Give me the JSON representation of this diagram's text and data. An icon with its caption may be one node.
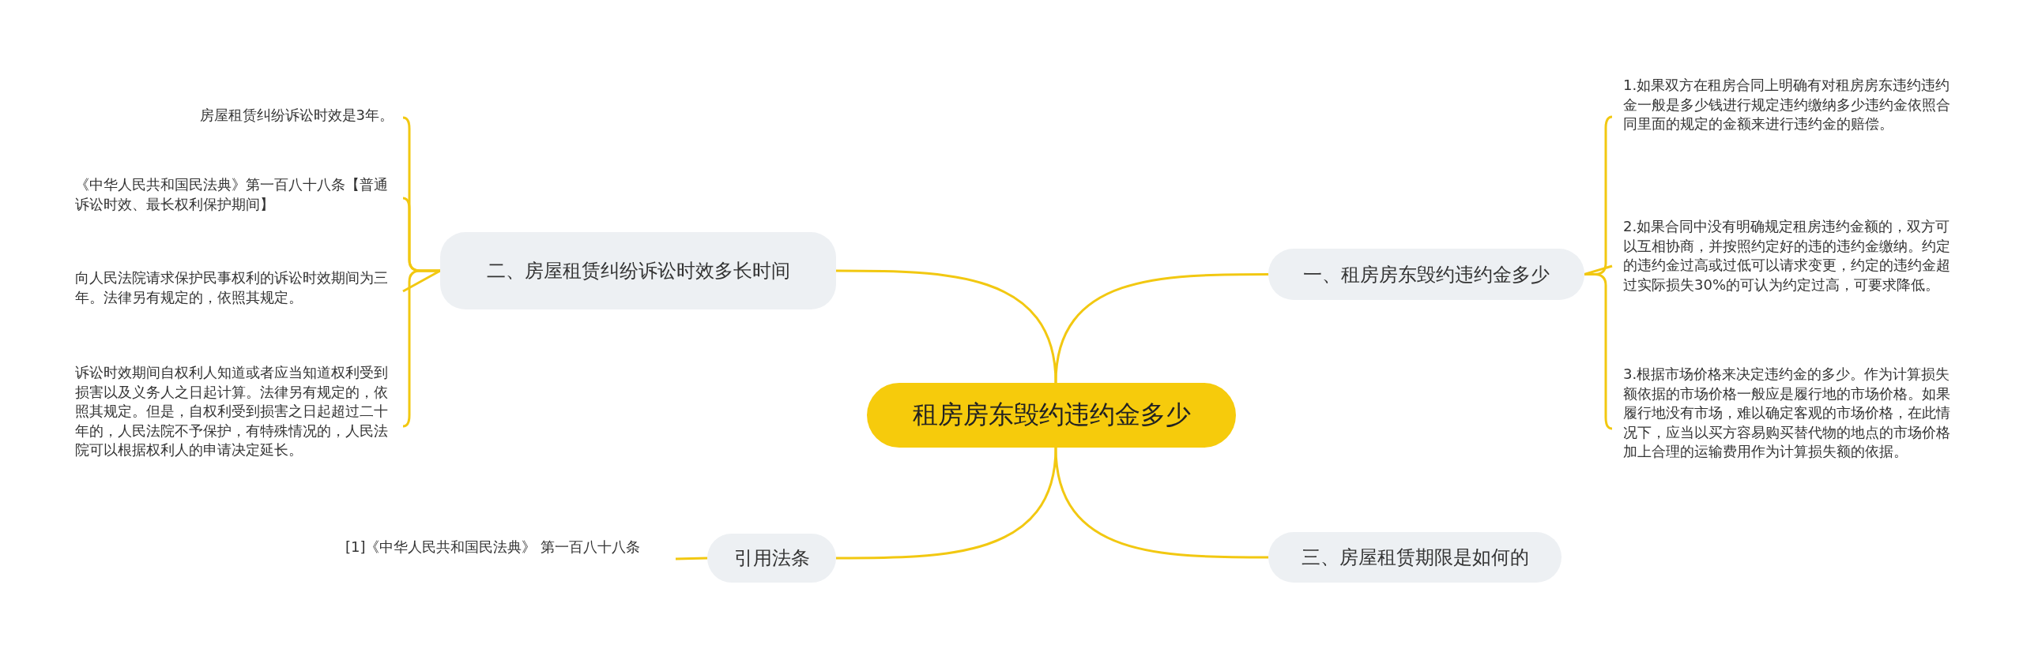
{
  "diagram": {
    "nodes": [
      {
        "text": [
          "租房房东毁约违约金多少"
        ]
      },
      {
        "text": [
          "二、房屋租赁纠纷诉讼时效多长时间"
        ]
      },
      {
        "text": [
          "房屋租赁纠纷诉讼时效是3年。"
        ]
      },
      {
        "text": [
          "《中华人民共和国民法典》第一百八十八条【普通诉讼时效、最长权利保护期间】"
        ]
      },
      {
        "text": [
          "向人民法院请求保护民事权利的诉讼时效期间为三年。法律另有规定的，依照其规定。"
        ]
      },
      {
        "text": [
          "诉讼时效期间自权利人知道或者应当知道权利受到损害以及义务人之日起计算。法律另有规定的，依照其规定。但是，自权利受到损害之日起超过二十年的，人民法院不予保护，有特殊情况的，人民法院可以根据权利人的申请决定延长。"
        ]
      },
      {
        "text": [
          "一、租房房东毁约违约金多少"
        ]
      },
      {
        "text": [
          "1.如果双方在租房合同上明确有对租房房东违约违约金一般是多少钱进行规定违约缴纳多少违约金依照合同里面的规定的金额来进行违约金的赔偿。"
        ]
      },
      {
        "text": [
          "2.如果合同中没有明确规定租房违约金额的，双方可以互相协商，并按照约定好的违的违约金缴纳。约定的违约金过高或过低可以请求变更，约定的违约金超过实际损失30%的可认为约定过高，可要求降低。"
        ]
      },
      {
        "text": [
          "3.根据市场价格来决定违约金的多少。作为计算损失额依据的市场价格一般应是履行地的市场价格。如果履行地没有市场，难以确定客观的市场价格，在此情况下，应当以买方容易购买替代物的地点的市场价格加上合理的运输费用作为计算损失额的依据。"
        ]
      },
      {
        "text": [
          "引用法条"
        ]
      },
      {
        "text": [
          "[1]《中华人民共和国民法典》 第一百八十八条"
        ]
      },
      {
        "text": [
          "三、房屋租赁期限是如何的"
        ]
      }
    ],
    "edges": [
      {
        "from": 0,
        "to": 1,
        "arrow": "none"
      },
      {
        "from": 1,
        "to": 2,
        "arrow": "none"
      },
      {
        "from": 1,
        "to": 3,
        "arrow": "none"
      },
      {
        "from": 1,
        "to": 4,
        "arrow": "none"
      },
      {
        "from": 1,
        "to": 5,
        "arrow": "none"
      },
      {
        "from": 0,
        "to": 6,
        "arrow": "none"
      },
      {
        "from": 6,
        "to": 7,
        "arrow": "none"
      },
      {
        "from": 6,
        "to": 8,
        "arrow": "none"
      },
      {
        "from": 6,
        "to": 9,
        "arrow": "none"
      },
      {
        "from": 0,
        "to": 10,
        "arrow": "none"
      },
      {
        "from": 10,
        "to": 11,
        "arrow": "none"
      },
      {
        "from": 0,
        "to": 12,
        "arrow": "none"
      }
    ]
  }
}
